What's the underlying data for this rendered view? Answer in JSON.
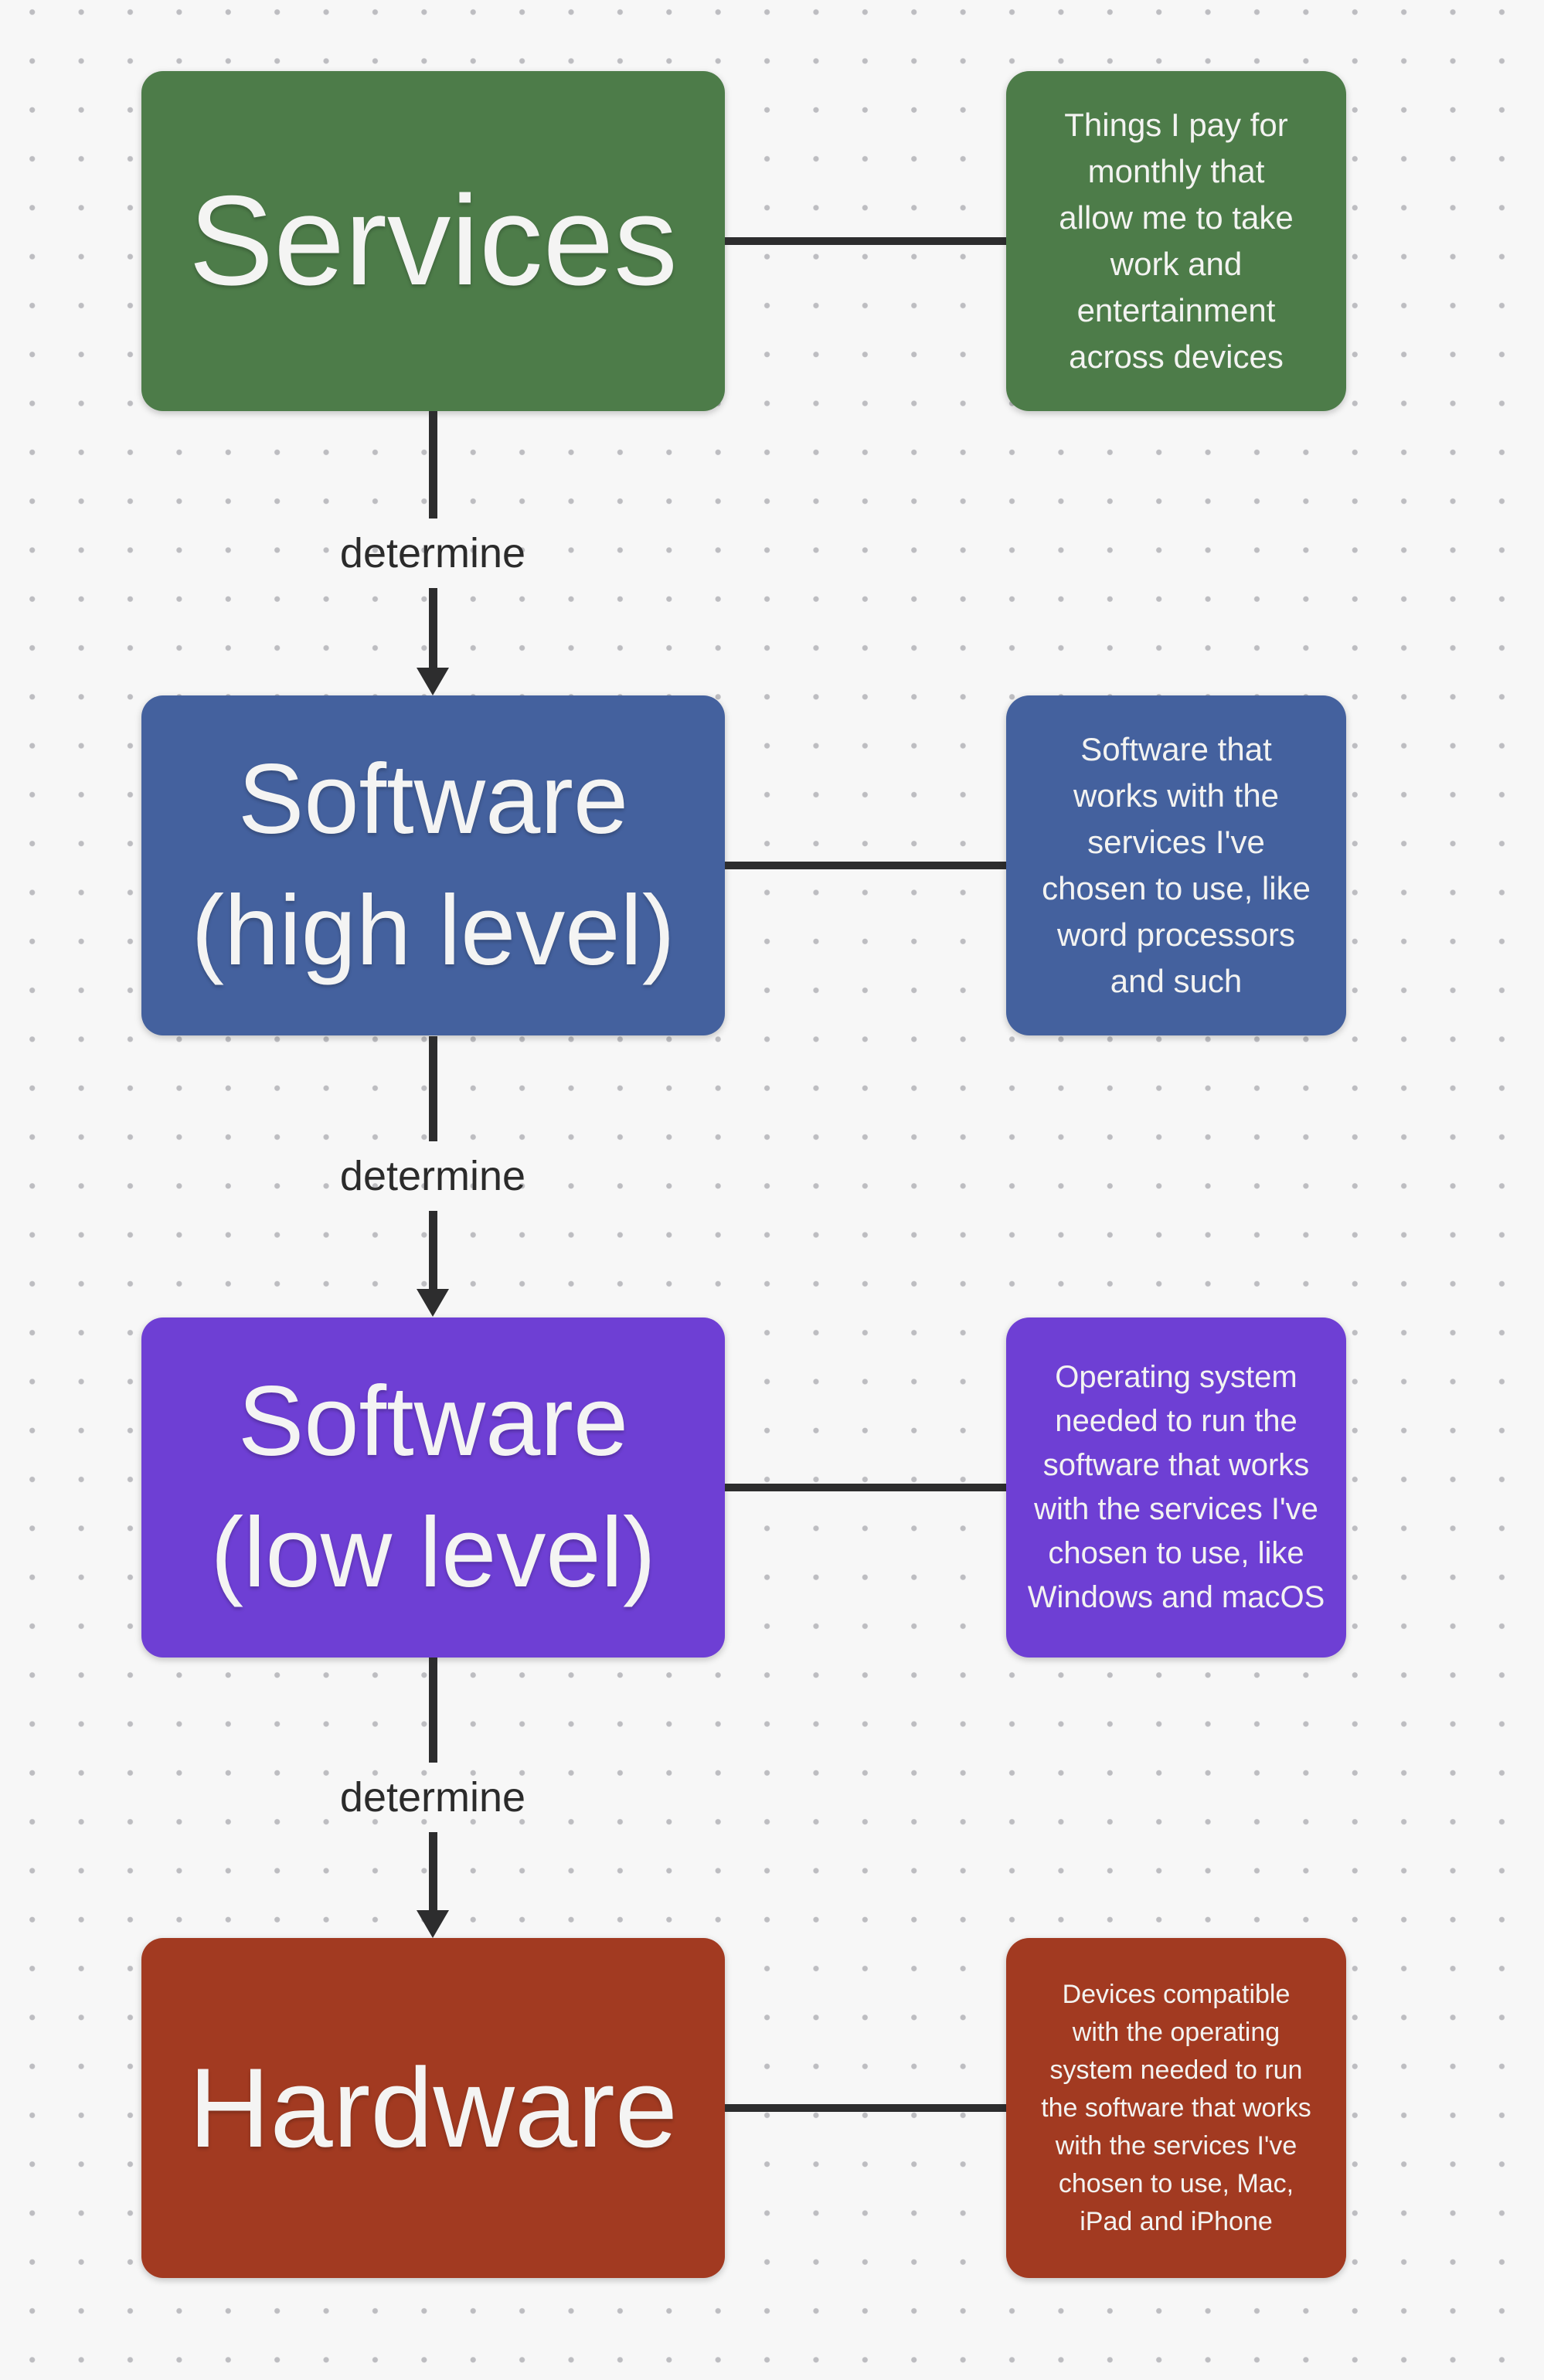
{
  "diagram": {
    "background_color": "#f7f7f7",
    "dot_grid_color": "#bdbdc1",
    "arrow_color": "#2d2d2e",
    "label_text_color": "#2b2b2b",
    "box_text_color": "#f4f4f3",
    "nodes": [
      {
        "label": "Services",
        "color": "#4d7c49",
        "note": "Things I pay for\nmonthly that\nallow me to take\nwork and\nentertainment\nacross devices"
      },
      {
        "label": "Software\n(high level)",
        "color": "#44619e",
        "note": "Software that\nworks with the\nservices I've\nchosen to use, like\nword processors\nand such"
      },
      {
        "label": "Software\n(low level)",
        "color": "#6e3fd4",
        "note": "Operating system\nneeded to run the\nsoftware that works\nwith the services I've\nchosen to use, like\nWindows and macOS"
      },
      {
        "label": "Hardware",
        "color": "#a23a21",
        "note": "Devices compatible\nwith the operating\nsystem needed to run\nthe software that works\nwith the services I've\nchosen to use, Mac,\niPad and iPhone"
      }
    ],
    "edges": [
      {
        "label": "determine"
      },
      {
        "label": "determine"
      },
      {
        "label": "determine"
      }
    ]
  }
}
